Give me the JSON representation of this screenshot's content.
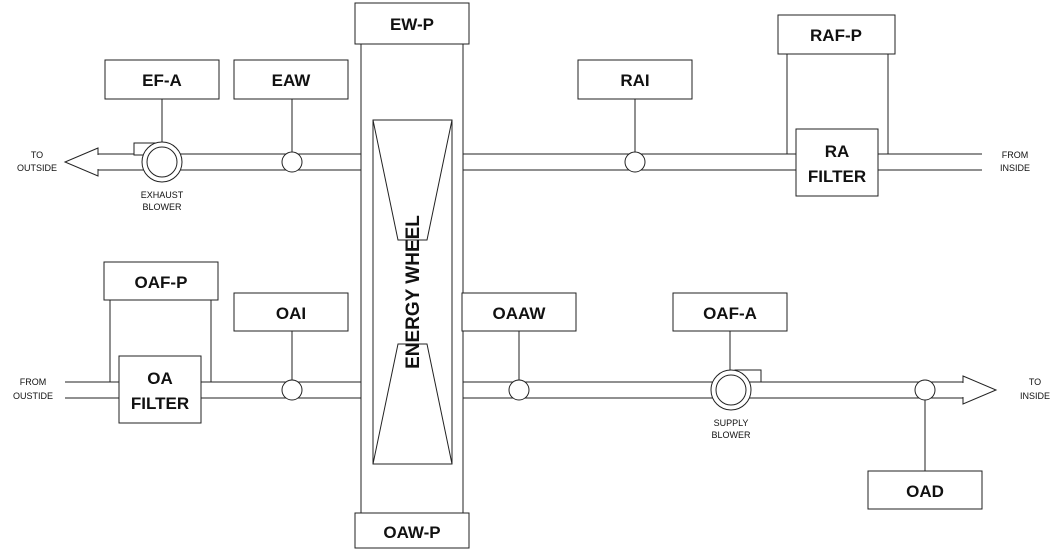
{
  "boxes": {
    "ew_p": "EW-P",
    "raf_p": "RAF-P",
    "ef_a": "EF-A",
    "eaw": "EAW",
    "rai": "RAI",
    "ra_filter_1": "RA",
    "ra_filter_2": "FILTER",
    "oaf_p": "OAF-P",
    "oai": "OAI",
    "oaaw": "OAAW",
    "oaf_a": "OAF-A",
    "oa_filter_1": "OA",
    "oa_filter_2": "FILTER",
    "oad": "OAD",
    "oaw_p": "OAW-P"
  },
  "wheel": {
    "label": "ENERGY WHEEL"
  },
  "labels": {
    "to_outside_1": "TO",
    "to_outside_2": "OUTSIDE",
    "from_inside_1": "FROM",
    "from_inside_2": "INSIDE",
    "from_outside_1": "FROM",
    "from_outside_2": "OUSTIDE",
    "to_inside_1": "TO",
    "to_inside_2": "INSIDE",
    "exhaust_blower_1": "EXHAUST",
    "exhaust_blower_2": "BLOWER",
    "supply_blower_1": "SUPPLY",
    "supply_blower_2": "BLOWER"
  }
}
